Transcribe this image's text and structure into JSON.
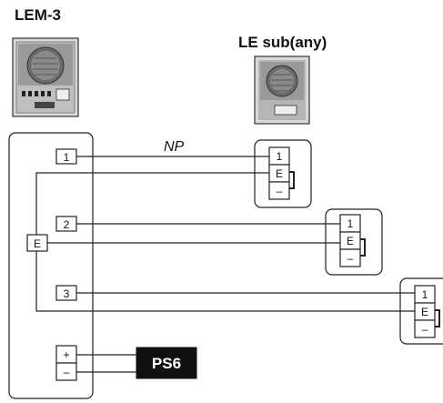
{
  "master_label": "LEM-3",
  "sub_label": "LE sub(any)",
  "wire_label": "NP",
  "power_supply_label": "PS6",
  "master_terminals": {
    "line1": "1",
    "line2": "2",
    "line3": "3",
    "common": "E",
    "plus": "+",
    "minus": "–"
  },
  "substation_terminals": {
    "line": "1",
    "common": "E",
    "minus": "–"
  }
}
